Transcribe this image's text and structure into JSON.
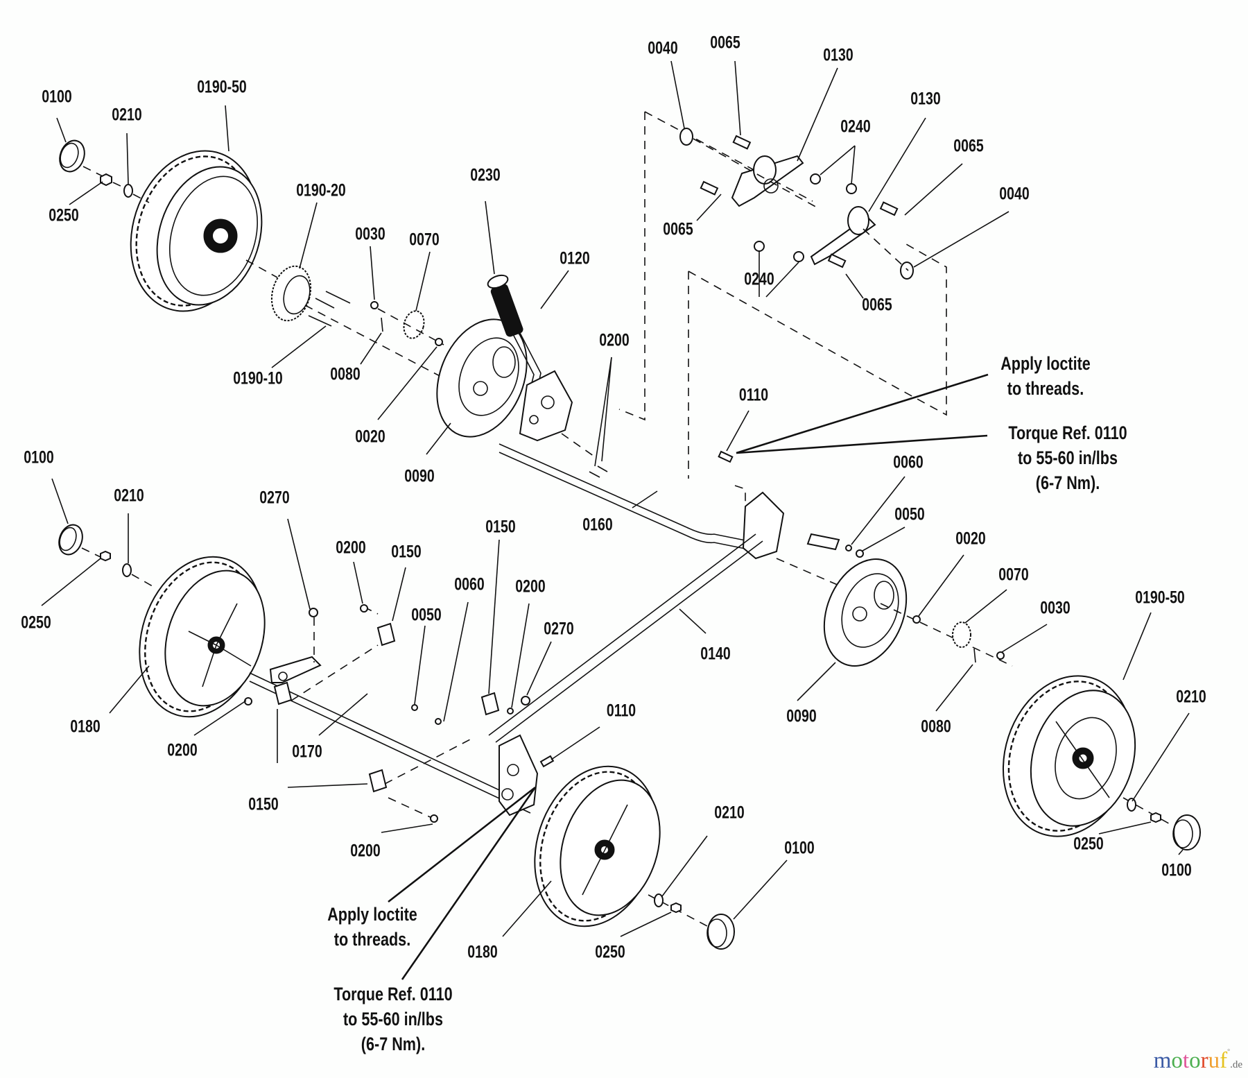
{
  "diagram": {
    "type": "exploded-parts-diagram",
    "subject": "Self-propelled mower wheel drive assembly"
  },
  "labels": [
    {
      "id": "l01",
      "text": "0100"
    },
    {
      "id": "l02",
      "text": "0210"
    },
    {
      "id": "l03",
      "text": "0190-50"
    },
    {
      "id": "l04",
      "text": "0250"
    },
    {
      "id": "l05",
      "text": "0190-20"
    },
    {
      "id": "l06",
      "text": "0030"
    },
    {
      "id": "l07",
      "text": "0070"
    },
    {
      "id": "l08",
      "text": "0230"
    },
    {
      "id": "l09",
      "text": "0120"
    },
    {
      "id": "l10",
      "text": "0190-10"
    },
    {
      "id": "l11",
      "text": "0080"
    },
    {
      "id": "l12",
      "text": "0020"
    },
    {
      "id": "l13",
      "text": "0090"
    },
    {
      "id": "l14",
      "text": "0200"
    },
    {
      "id": "l15",
      "text": "0040"
    },
    {
      "id": "l16",
      "text": "0065"
    },
    {
      "id": "l17",
      "text": "0130"
    },
    {
      "id": "l18",
      "text": "0240"
    },
    {
      "id": "l19",
      "text": "0130"
    },
    {
      "id": "l20",
      "text": "0065"
    },
    {
      "id": "l21",
      "text": "0040"
    },
    {
      "id": "l22",
      "text": "0065"
    },
    {
      "id": "l23",
      "text": "0240"
    },
    {
      "id": "l24",
      "text": "0065"
    },
    {
      "id": "l25",
      "text": "0110"
    },
    {
      "id": "l26",
      "text": "0060"
    },
    {
      "id": "l27",
      "text": "0050"
    },
    {
      "id": "l28",
      "text": "0020"
    },
    {
      "id": "l29",
      "text": "0070"
    },
    {
      "id": "l30",
      "text": "0030"
    },
    {
      "id": "l31",
      "text": "0190-50"
    },
    {
      "id": "l32",
      "text": "0160"
    },
    {
      "id": "l33",
      "text": "0140"
    },
    {
      "id": "l34",
      "text": "0090"
    },
    {
      "id": "l35",
      "text": "0080"
    },
    {
      "id": "l36",
      "text": "0210"
    },
    {
      "id": "l37",
      "text": "0250"
    },
    {
      "id": "l38",
      "text": "0100"
    },
    {
      "id": "l39",
      "text": "0100"
    },
    {
      "id": "l40",
      "text": "0210"
    },
    {
      "id": "l41",
      "text": "0250"
    },
    {
      "id": "l42",
      "text": "0270"
    },
    {
      "id": "l43",
      "text": "0200"
    },
    {
      "id": "l44",
      "text": "0150"
    },
    {
      "id": "l45",
      "text": "0150"
    },
    {
      "id": "l46",
      "text": "0060"
    },
    {
      "id": "l47",
      "text": "0200"
    },
    {
      "id": "l48",
      "text": "0050"
    },
    {
      "id": "l49",
      "text": "0270"
    },
    {
      "id": "l50",
      "text": "0180"
    },
    {
      "id": "l51",
      "text": "0200"
    },
    {
      "id": "l52",
      "text": "0170"
    },
    {
      "id": "l53",
      "text": "0150"
    },
    {
      "id": "l54",
      "text": "0110"
    },
    {
      "id": "l55",
      "text": "0200"
    },
    {
      "id": "l56",
      "text": "0180"
    },
    {
      "id": "l57",
      "text": "0250"
    },
    {
      "id": "l58",
      "text": "0210"
    },
    {
      "id": "l59",
      "text": "0100"
    }
  ],
  "notes": {
    "upper_loctite": [
      "Apply loctite",
      "to threads."
    ],
    "upper_torque": [
      "Torque Ref. 0110",
      "to 55-60 in/lbs",
      "(6-7 Nm)."
    ],
    "lower_loctite": [
      "Apply loctite",
      "to threads."
    ],
    "lower_torque": [
      "Torque Ref. 0110",
      "to 55-60 in/lbs",
      "(6-7 Nm)."
    ]
  },
  "watermark": {
    "letters": [
      "m",
      "o",
      "t",
      "o",
      "r",
      "u",
      "f"
    ],
    "colors": [
      "#3b5ba5",
      "#4caf50",
      "#e0559a",
      "#4caf50",
      "#e04a2a",
      "#f0a030",
      "#e6c21e"
    ],
    "suffix": ".de",
    "mark": "°"
  }
}
